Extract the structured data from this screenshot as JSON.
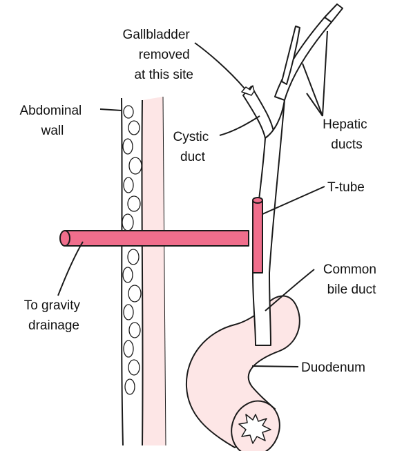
{
  "labels": {
    "gallbladder": [
      "Gallbladder",
      "removed",
      "at this site"
    ],
    "hepatic": [
      "Hepatic",
      "ducts"
    ],
    "abdominal": [
      "Abdominal",
      "wall"
    ],
    "cystic": [
      "Cystic",
      "duct"
    ],
    "ttube": "T-tube",
    "common": [
      "Common",
      "bile duct"
    ],
    "gravity": [
      "To gravity",
      "drainage"
    ],
    "duodenum": "Duodenum"
  },
  "colors": {
    "tube_fill": "#f06e8c",
    "tissue_fill": "#fde6e6",
    "outline": "#1a1a1a"
  }
}
